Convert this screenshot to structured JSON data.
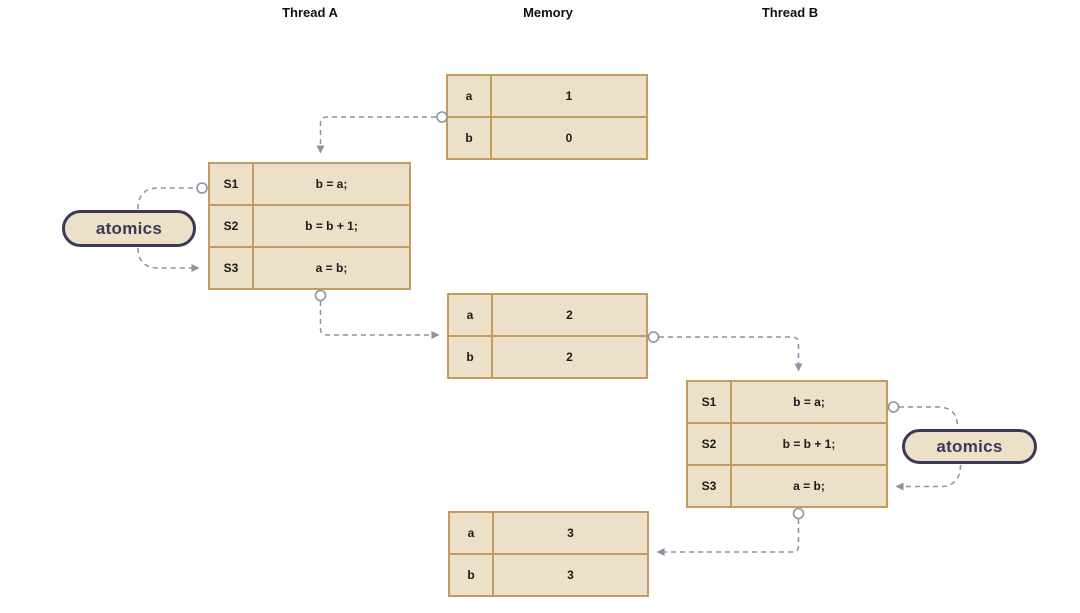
{
  "column_headers": {
    "thread_a": "Thread A",
    "memory": "Memory",
    "thread_b": "Thread B"
  },
  "memory_states": [
    {
      "name": "initial",
      "rows": [
        {
          "var": "a",
          "value": "1"
        },
        {
          "var": "b",
          "value": "0"
        }
      ]
    },
    {
      "name": "after-thread-a",
      "rows": [
        {
          "var": "a",
          "value": "2"
        },
        {
          "var": "b",
          "value": "2"
        }
      ]
    },
    {
      "name": "after-thread-b",
      "rows": [
        {
          "var": "a",
          "value": "3"
        },
        {
          "var": "b",
          "value": "3"
        }
      ]
    }
  ],
  "threads": [
    {
      "name": "thread-a",
      "statements": [
        {
          "label": "S1",
          "code": "b = a;"
        },
        {
          "label": "S2",
          "code": "b = b + 1;"
        },
        {
          "label": "S3",
          "code": "a = b;"
        }
      ]
    },
    {
      "name": "thread-b",
      "statements": [
        {
          "label": "S1",
          "code": "b = a;"
        },
        {
          "label": "S2",
          "code": "b = b + 1;"
        },
        {
          "label": "S3",
          "code": "a = b;"
        }
      ]
    }
  ],
  "annotations": [
    {
      "side": "left",
      "label": "atomics"
    },
    {
      "side": "right",
      "label": "atomics"
    }
  ],
  "colors": {
    "background": "#ffffff",
    "table_fill": "#ece0c8",
    "table_border": "#c49c62",
    "connector": "#8b93a2",
    "pill_border": "#3c3858",
    "pill_text": "#3c3858",
    "text": "#1b1b1b"
  }
}
